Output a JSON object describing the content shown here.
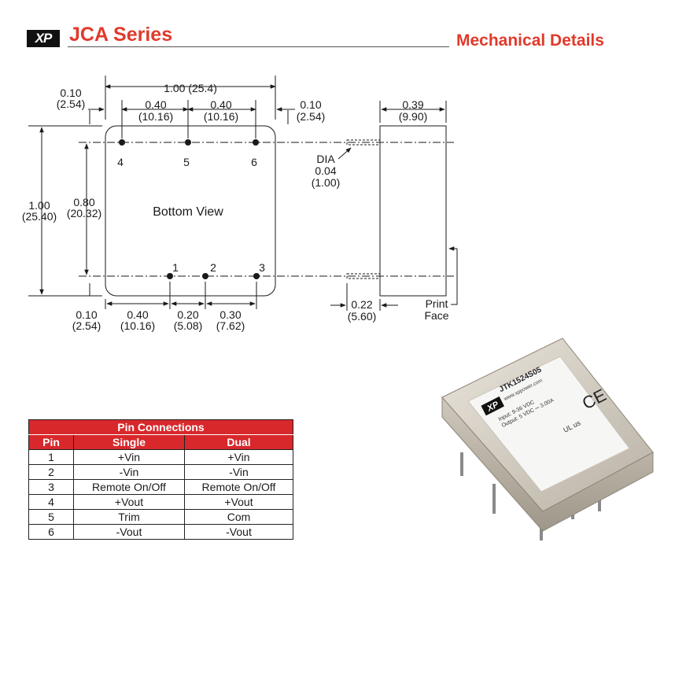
{
  "header": {
    "logo": "XP",
    "series": "JCA Series",
    "section": "Mechanical Details"
  },
  "drawing": {
    "dims": {
      "top_left_in": "0.10",
      "top_left_mm": "(2.54)",
      "width_in": "1.00 (25.4)",
      "pitch1_in": "0.40",
      "pitch1_mm": "(10.16)",
      "pitch2_in": "0.40",
      "pitch2_mm": "(10.16)",
      "top_right_in": "0.10",
      "top_right_mm": "(2.54)",
      "height_in": "1.00",
      "height_mm": "(25.40)",
      "row_in": "0.80",
      "row_mm": "(20.32)",
      "bot_left_in": "0.10",
      "bot_left_mm": "(2.54)",
      "b1_in": "0.40",
      "b1_mm": "(10.16)",
      "b2_in": "0.20",
      "b2_mm": "(5.08)",
      "b3_in": "0.30",
      "b3_mm": "(7.62)",
      "side_w_in": "0.39",
      "side_w_mm": "(9.90)",
      "dia_label": "DIA",
      "dia_in": "0.04",
      "dia_mm": "(1.00)",
      "pin_len_in": "0.22",
      "pin_len_mm": "(5.60)",
      "print_face_1": "Print",
      "print_face_2": "Face"
    },
    "pins": {
      "p1": "1",
      "p2": "2",
      "p3": "3",
      "p4": "4",
      "p5": "5",
      "p6": "6"
    },
    "view_label": "Bottom View"
  },
  "table": {
    "title": "Pin Connections",
    "columns": [
      "Pin",
      "Single",
      "Dual"
    ],
    "rows": [
      [
        "1",
        "+Vin",
        "+Vin"
      ],
      [
        "2",
        "-Vin",
        "-Vin"
      ],
      [
        "3",
        "Remote On/Off",
        "Remote On/Off"
      ],
      [
        "4",
        "+Vout",
        "+Vout"
      ],
      [
        "5",
        "Trim",
        "Com"
      ],
      [
        "6",
        "-Vout",
        "-Vout"
      ]
    ]
  },
  "product": {
    "model": "JTK1524S05",
    "web": "www.xppower.com",
    "input": "Input: 9-36 VDC",
    "output": "Output: 5 VDC ⎓ 3.00A",
    "ce": "CE",
    "ul": "UL us"
  }
}
